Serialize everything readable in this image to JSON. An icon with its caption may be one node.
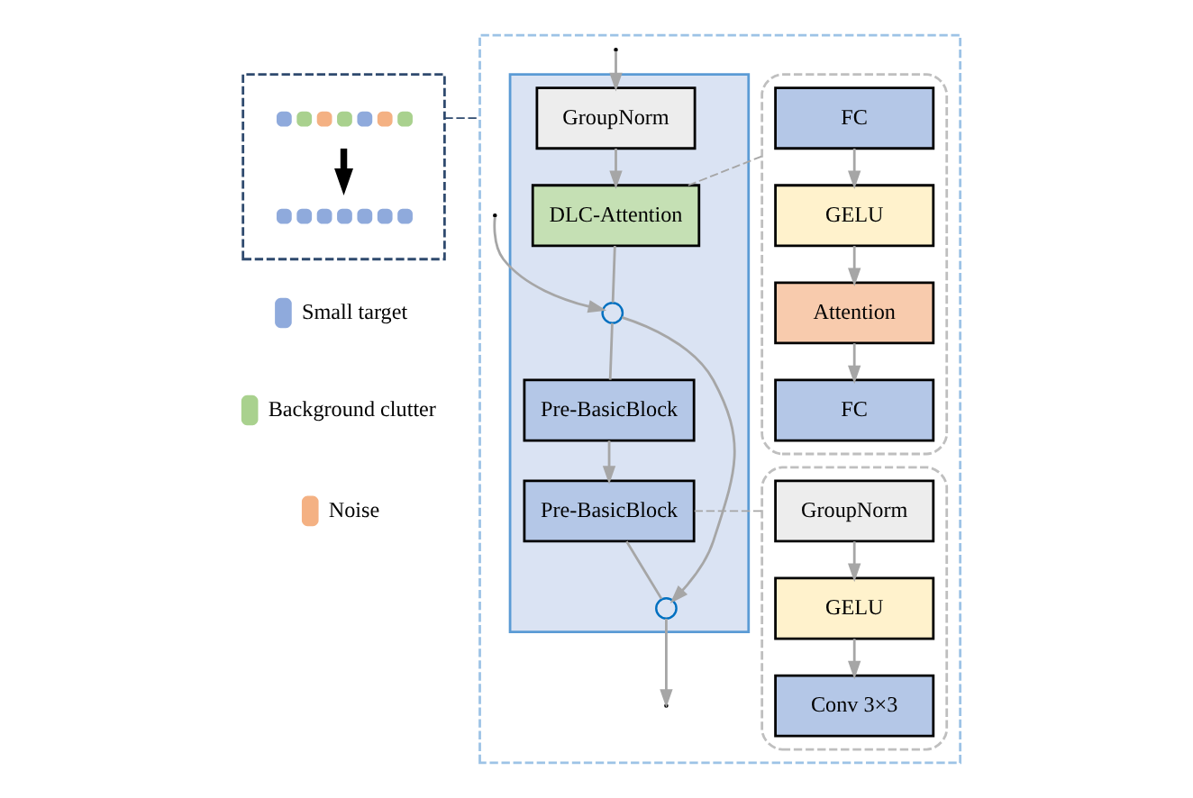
{
  "diagram": {
    "nodes": [
      {
        "text": [],
        "shape": "box"
      },
      {
        "text": [],
        "shape": "picture",
        "in": 0
      },
      {
        "text": [],
        "shape": "picture",
        "in": 0
      },
      {
        "text": [],
        "shape": "box"
      },
      {
        "text": [],
        "shape": "box",
        "in": 3
      },
      {
        "text": [
          "GroupNorm"
        ],
        "in": 4
      },
      {
        "text": [
          "DLC-Attention"
        ],
        "in": 4
      },
      {
        "text": [],
        "shape": "circle",
        "in": 4
      },
      {
        "text": [
          "Pre-BasicBlock"
        ],
        "in": 4
      },
      {
        "text": [
          "Pre-BasicBlock"
        ],
        "in": 4
      },
      {
        "text": [],
        "shape": "circle",
        "in": 4
      },
      {
        "text": [],
        "shape": "box",
        "in": 3
      },
      {
        "text": [
          "FC"
        ],
        "in": 11
      },
      {
        "text": [
          "GELU"
        ],
        "in": 11
      },
      {
        "text": [
          "Attention"
        ],
        "in": 11
      },
      {
        "text": [
          "FC"
        ],
        "in": 11
      },
      {
        "text": [],
        "shape": "box",
        "in": 3
      },
      {
        "text": [
          "GroupNorm"
        ],
        "in": 16
      },
      {
        "text": [
          "GELU"
        ],
        "in": 16
      },
      {
        "text": [
          "Conv 3×3"
        ],
        "in": 16
      }
    ],
    "edges": [
      {
        "from": 1,
        "to": 2,
        "arrow": "to",
        "style": "thick",
        "color": "#000000"
      },
      {
        "from": 0,
        "to": 3,
        "arrow": "none",
        "style": "dashed",
        "color": "#2f4a6e"
      },
      {
        "from": null,
        "to": 5,
        "arrow": "to"
      },
      {
        "from": null,
        "to": 7,
        "arrow": "to"
      },
      {
        "from": 5,
        "to": 6,
        "arrow": "to"
      },
      {
        "from": 6,
        "to": 7,
        "arrow": "none"
      },
      {
        "from": 7,
        "to": 8,
        "arrow": "none"
      },
      {
        "from": 7,
        "to": 10,
        "arrow": "to"
      },
      {
        "from": 8,
        "to": 9,
        "arrow": "to"
      },
      {
        "from": 9,
        "to": 10,
        "arrow": "none"
      },
      {
        "from": 10,
        "to": null,
        "arrow": "to"
      },
      {
        "from": 6,
        "to": 11,
        "arrow": "none",
        "style": "dashed"
      },
      {
        "from": 9,
        "to": 16,
        "arrow": "none",
        "style": "dashed"
      },
      {
        "from": 12,
        "to": 13,
        "arrow": "to"
      },
      {
        "from": 13,
        "to": 14,
        "arrow": "to"
      },
      {
        "from": 14,
        "to": 15,
        "arrow": "to"
      },
      {
        "from": 17,
        "to": 18,
        "arrow": "to"
      },
      {
        "from": 18,
        "to": 19,
        "arrow": "to"
      }
    ],
    "legend": [
      {
        "text": "Small target",
        "color": "#8faadc"
      },
      {
        "text": "Background clutter",
        "color": "#a9d18e"
      },
      {
        "text": "Noise",
        "color": "#f4b183"
      }
    ]
  }
}
